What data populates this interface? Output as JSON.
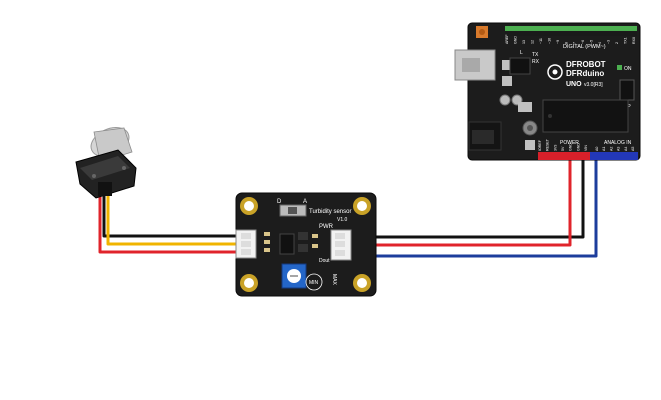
{
  "arduino": {
    "brand_line1": "DFROBOT",
    "brand_line2": "DFRduino",
    "model": "UNO",
    "version": "v3.0[R3]",
    "digital_label": "DIGITAL (PWM~)",
    "icsp_label": "ICSP",
    "on_label": "ON",
    "power_label": "POWER",
    "analog_label": "ANALOG IN",
    "digital_pins": [
      "AREF",
      "GND",
      "13",
      "12",
      "~11",
      "~10",
      "~9",
      "8",
      "7",
      "~6",
      "~5",
      "4",
      "~3",
      "2",
      "TX1",
      "RX0"
    ],
    "power_pins": [
      "IOREF",
      "RESET",
      "3V3",
      "5V",
      "GND",
      "GND",
      "VIN"
    ],
    "analog_pins": [
      "A0",
      "A1",
      "A2",
      "A3",
      "A4",
      "A5"
    ],
    "tx_label": "TX",
    "rx_label": "RX",
    "l_label": "L"
  },
  "turbidity_board": {
    "title": "Turbidity sensor",
    "version": "V1.0",
    "switch_label_d": "D",
    "switch_label_a": "A",
    "pwr_label": "PWR",
    "dout_label": "Dout",
    "min_label": "MIN",
    "max_label": "MAX"
  },
  "colors": {
    "board_bg": "#1c1c1c",
    "wire_red": "#e0242b",
    "wire_black": "#111111",
    "wire_yellow": "#f0b400",
    "wire_blue": "#1d3d9c",
    "header_red": "#d8202a",
    "header_blue": "#2338b8",
    "header_green": "#4caf50",
    "gold": "#c9a227"
  }
}
